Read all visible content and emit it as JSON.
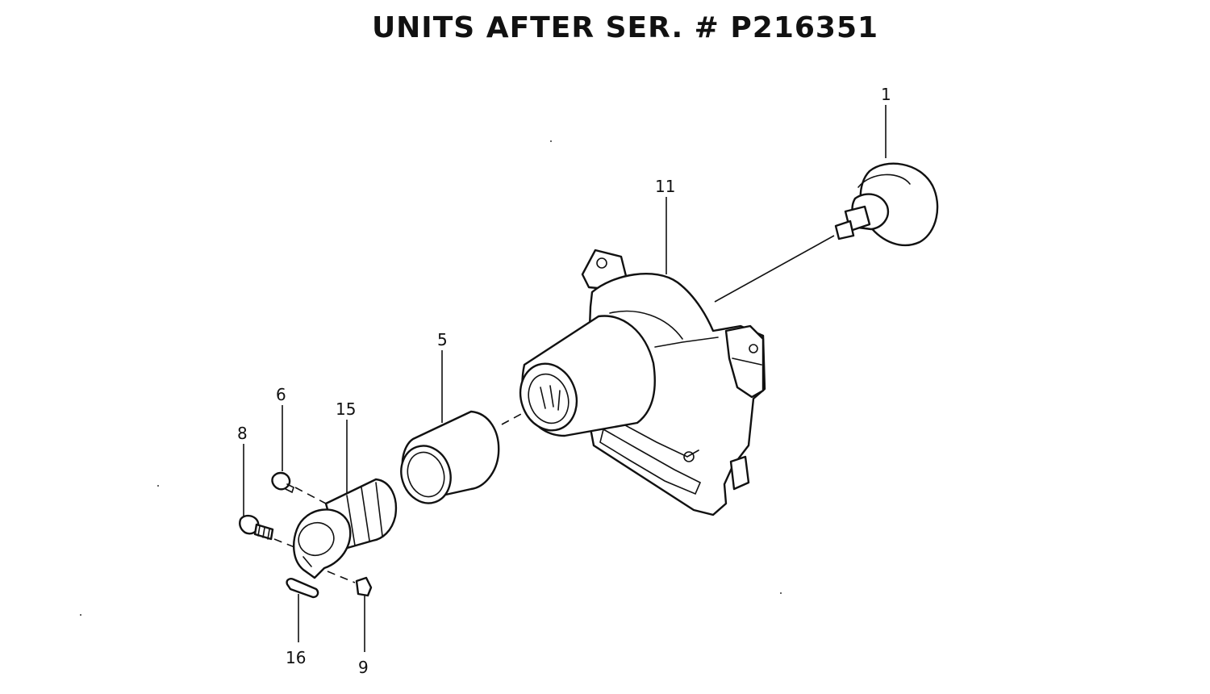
{
  "title": "UNITS AFTER SER. # P216351",
  "callouts": {
    "part_1": "1",
    "part_11": "11",
    "part_5": "5",
    "part_6": "6",
    "part_15": "15",
    "part_8": "8",
    "part_16": "16",
    "part_9": "9"
  }
}
